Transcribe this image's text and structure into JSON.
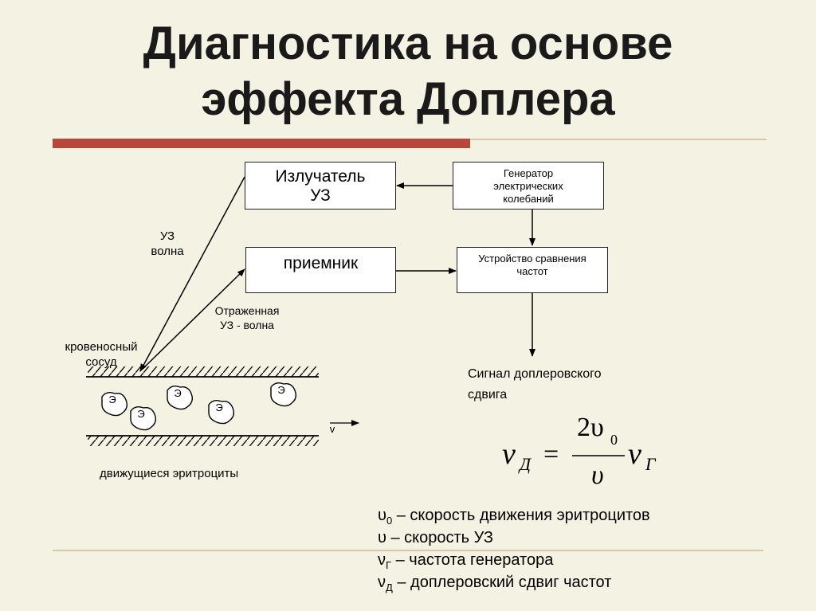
{
  "title": {
    "line1": "Диагностика на основе",
    "line2": "эффекта Доплера"
  },
  "colors": {
    "accent": "#b5483a",
    "background": "#f4f2e2",
    "rule": "#d8c8a8"
  },
  "diagram": {
    "emitter": {
      "line1": "Излучатель",
      "line2": "УЗ"
    },
    "generator": {
      "line1": "Генератор",
      "line2": "электрических",
      "line3": "колебаний"
    },
    "receiver": "приемник",
    "comparator": {
      "line1": "Устройство сравнения",
      "line2": "частот"
    },
    "us_wave": {
      "line1": "УЗ",
      "line2": "волна"
    },
    "reflected_wave": {
      "line1": "Отраженная",
      "line2": "УЗ - волна"
    },
    "vessel": {
      "line1": "кровеносный",
      "line2": "сосуд"
    },
    "cell_letter": "Э",
    "velocity": "v",
    "moving_cells": "движущиеся эритроциты",
    "signal": {
      "line1": "Сигнал доплеровского",
      "line2": "сдвига"
    }
  },
  "formula": {
    "lhs": "ν",
    "lhs_sub": "Д",
    "equals": "=",
    "numerator": "2υ",
    "numerator_sub": "0",
    "denominator": "υ",
    "rhs": "ν",
    "rhs_sub": "Г"
  },
  "legend": [
    {
      "sym": "υ",
      "sub": "0",
      "text": " – скорость движения эритроцитов"
    },
    {
      "sym": "υ",
      "sub": "",
      "text": " – скорость УЗ"
    },
    {
      "sym": "ν",
      "sub": "Г",
      "text": " – частота генератора"
    },
    {
      "sym": "ν",
      "sub": "Д",
      "text": " – доплеровский сдвиг частот"
    }
  ]
}
